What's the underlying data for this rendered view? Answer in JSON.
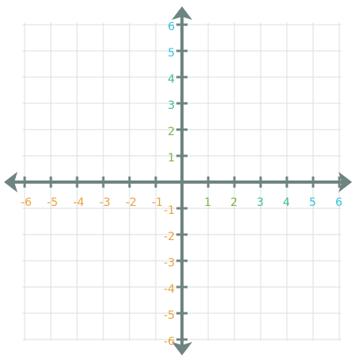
{
  "grid": {
    "range": [
      -6,
      6
    ],
    "x_ticks": [
      {
        "value": -6,
        "label": "-6"
      },
      {
        "value": -5,
        "label": "-5"
      },
      {
        "value": -4,
        "label": "-4"
      },
      {
        "value": -3,
        "label": "-3"
      },
      {
        "value": -2,
        "label": "-2"
      },
      {
        "value": -1,
        "label": "-1"
      },
      {
        "value": 1,
        "label": "1"
      },
      {
        "value": 2,
        "label": "2"
      },
      {
        "value": 3,
        "label": "3"
      },
      {
        "value": 4,
        "label": "4"
      },
      {
        "value": 5,
        "label": "5"
      },
      {
        "value": 6,
        "label": "6"
      }
    ],
    "y_ticks": [
      {
        "value": 6,
        "label": "6"
      },
      {
        "value": 5,
        "label": "5"
      },
      {
        "value": 4,
        "label": "4"
      },
      {
        "value": 3,
        "label": "3"
      },
      {
        "value": 2,
        "label": "2"
      },
      {
        "value": 1,
        "label": "1"
      },
      {
        "value": -1,
        "label": "-1"
      },
      {
        "value": -2,
        "label": "-2"
      },
      {
        "value": -3,
        "label": "-3"
      },
      {
        "value": -4,
        "label": "-4"
      },
      {
        "value": -5,
        "label": "-5"
      },
      {
        "value": -6,
        "label": "-6"
      }
    ],
    "colors": {
      "axis": "#6e8483",
      "gridline": "#dddddd",
      "negative_label": "#e8a33d",
      "positive_low": "#7cb342",
      "positive_mid": "#3dbf8c",
      "positive_high": "#33c3e0"
    }
  }
}
